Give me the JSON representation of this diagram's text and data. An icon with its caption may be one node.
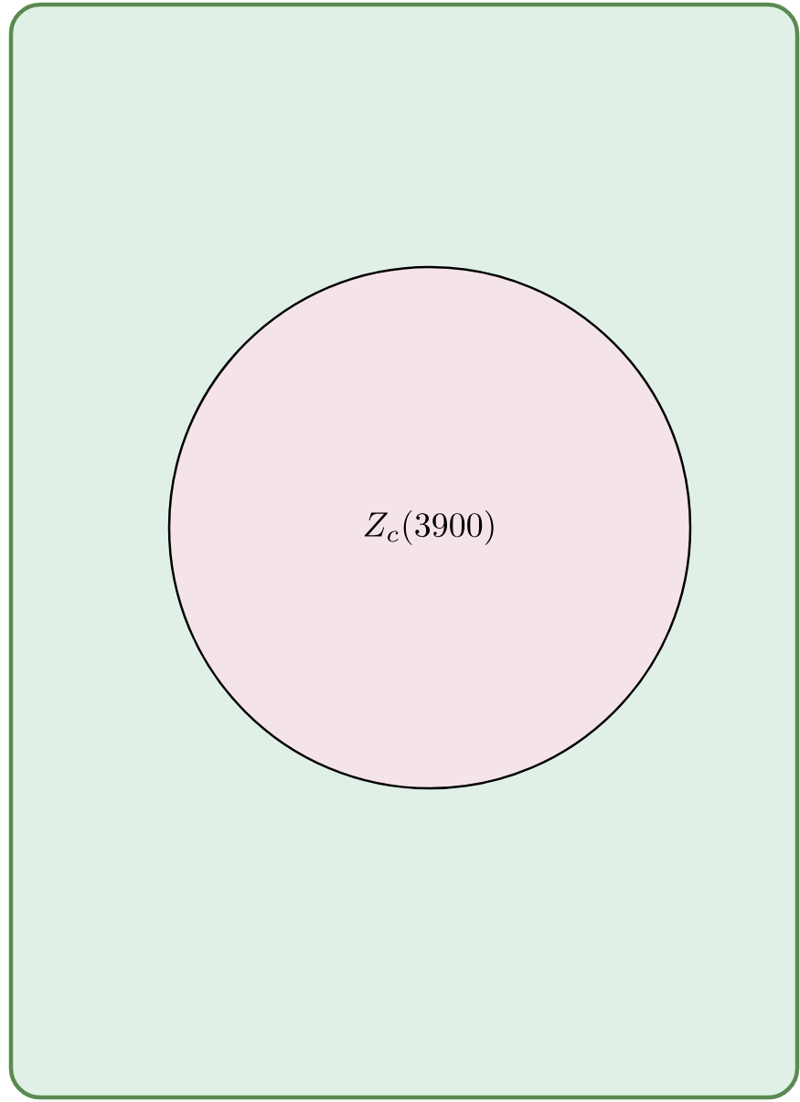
{
  "diagram": {
    "nodes": [
      {
        "text": [],
        "shape": "box"
      },
      {
        "text": [
          "Z_c(3900)"
        ],
        "in": 0
      }
    ]
  }
}
